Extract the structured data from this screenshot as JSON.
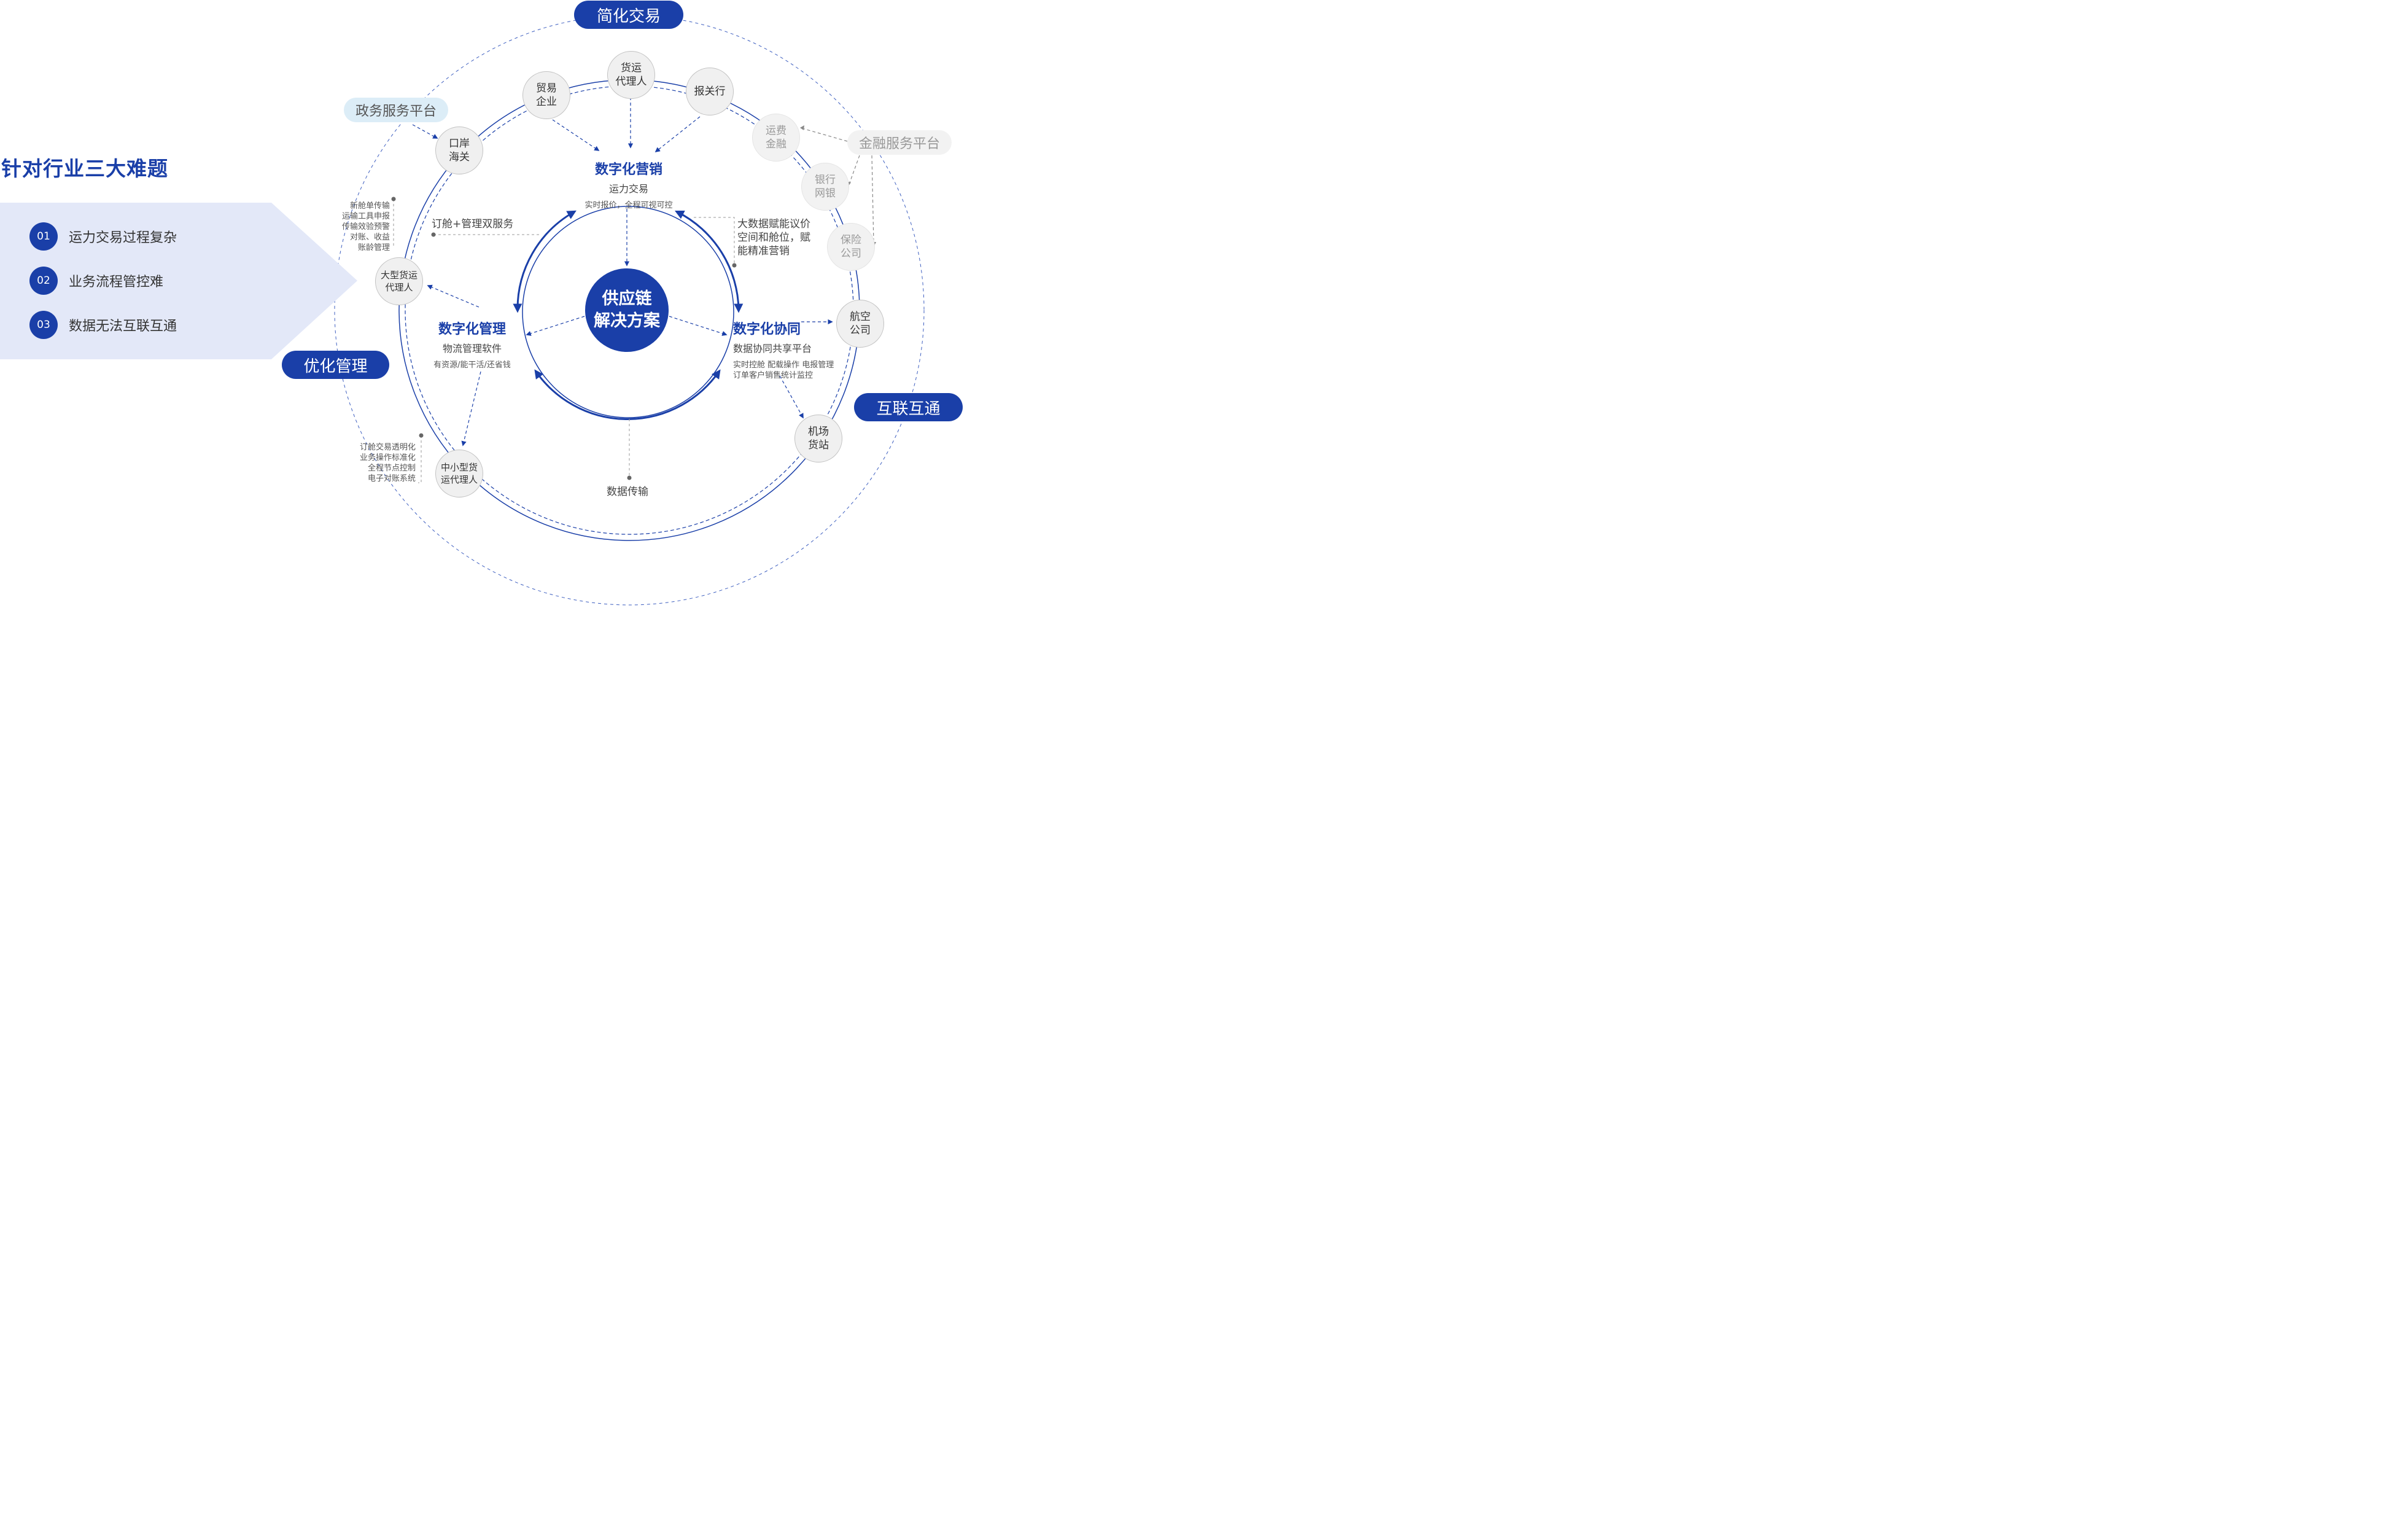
{
  "left": {
    "title": "针对行业三大难题",
    "problems": [
      {
        "num": "01",
        "text": "运力交易过程复杂"
      },
      {
        "num": "02",
        "text": "业务流程管控难"
      },
      {
        "num": "03",
        "text": "数据无法互联互通"
      }
    ]
  },
  "pills": {
    "simplify": "简化交易",
    "optimize": "优化管理",
    "connect": "互联互通"
  },
  "platforms": {
    "gov": "政务服务平台",
    "finance": "金融服务平台"
  },
  "center": "供应链\n解决方案",
  "sections": {
    "marketing": {
      "title": "数字化营销",
      "sub": "运力交易",
      "note": "实时报价，全程可视可控"
    },
    "management": {
      "title": "数字化管理",
      "sub": "物流管理软件",
      "note": "有资源/能干活/还省钱"
    },
    "collaboration": {
      "title": "数字化协同",
      "sub": "数据协同共享平台",
      "note_lines": [
        "实时控舱 配载操作 电报管理",
        "订单客户销售统计监控"
      ]
    }
  },
  "nodes": {
    "freight_agent": "货运\n代理人",
    "trade_enterprise": "贸易\n企业",
    "customs_broker": "报关行",
    "port_customs": "口岸\n海关",
    "freight_finance": "运费\n金融",
    "bank": "银行\n网银",
    "insurance": "保险\n公司",
    "large_agent": "大型货运\n代理人",
    "airline": "航空\n公司",
    "airport": "机场\n货站",
    "small_agent": "中小型货\n运代理人"
  },
  "notes": {
    "large_agent_lines": [
      "新舱单传输",
      "运输工具申报",
      "传输效验预警",
      "对账、收益",
      "账龄管理"
    ],
    "small_agent_lines": [
      "订舱交易透明化",
      "业务操作标准化",
      "全程节点控制",
      "电子对账系统"
    ],
    "booking": "订舱+管理双服务",
    "bigdata_lines": [
      "大数据赋能议价",
      "空间和舱位，赋",
      "能精准营销"
    ],
    "data_transfer": "数据传输"
  },
  "colors": {
    "primary": "#1a3fa8",
    "panel": "#e3e8f8",
    "gov_pill": "#dcedf7",
    "finance_pill": "#f2f2f2"
  }
}
